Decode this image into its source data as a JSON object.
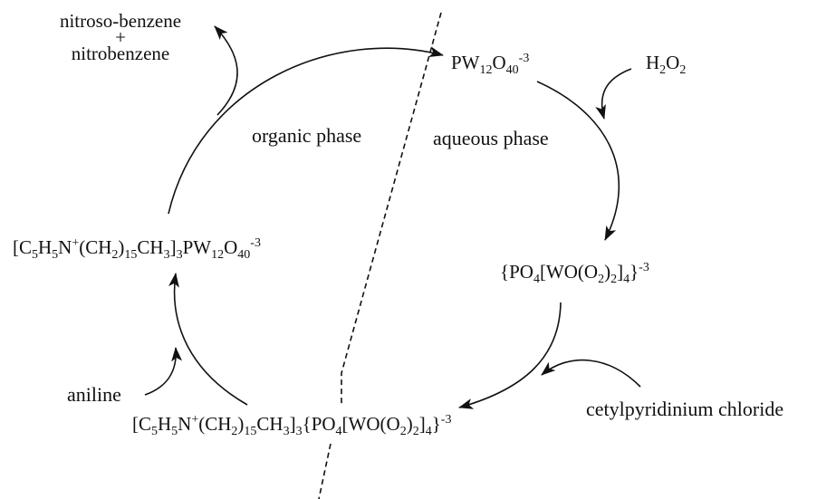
{
  "diagram": {
    "phases": {
      "organic": "organic phase",
      "aqueous": "aqueous phase"
    },
    "products": {
      "line1": "nitroso-benzene",
      "plus": "+",
      "line2": "nitrobenzene"
    },
    "reagents": {
      "oxidant": {
        "a": "H",
        "b": "2",
        "c": "O",
        "d": "2"
      },
      "amine": "aniline",
      "transfer_agent": "cetylpyridinium chloride"
    },
    "species": {
      "pw12": {
        "a": "PW",
        "b": "12",
        "c": "O",
        "d": "40",
        "e": "-3"
      },
      "peroxo": {
        "a": "{PO",
        "b": "4",
        "c": "[WO(O",
        "d": "2",
        "e": ")",
        "f": "2",
        "g": "]",
        "h": "4",
        "i": "}",
        "j": "-3"
      },
      "qpw": {
        "a": "[C",
        "b": "5",
        "c": "H",
        "d": "5",
        "e": "N",
        "f": "+",
        "g": "(CH",
        "h": "2",
        "i": ")",
        "j": "15",
        "k": "CH",
        "l": "3",
        "m": "]",
        "n": "3",
        "o": "PW",
        "p": "12",
        "q": "O",
        "r": "40",
        "s": "-3"
      },
      "qperoxo": {
        "a": "[C",
        "b": "5",
        "c": "H",
        "d": "5",
        "e": "N",
        "f": "+",
        "g": "(CH",
        "h": "2",
        "i": ")",
        "j": "15",
        "k": "CH",
        "l": "3",
        "m": "]",
        "n": "3",
        "o": "{PO",
        "p": "4",
        "q": "[WO(O",
        "r": "2",
        "s": ")",
        "t": "2",
        "u": "]",
        "v": "4",
        "w": "}",
        "x": "-3"
      }
    }
  }
}
